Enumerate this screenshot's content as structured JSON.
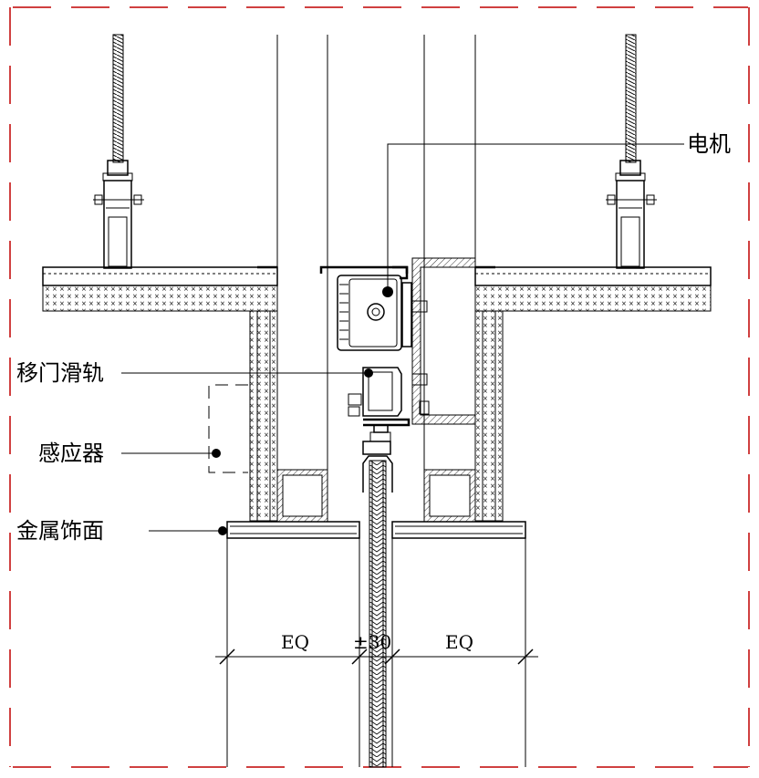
{
  "labels": {
    "motor": "电机",
    "sliding_rail": "移门滑轨",
    "sensor": "感应器",
    "metal_finish": "金属饰面"
  },
  "dimensions": {
    "left": "EQ",
    "center": "±30",
    "right": "EQ"
  },
  "colors": {
    "border": "#c00000",
    "line": "#000000",
    "background": "#ffffff"
  }
}
